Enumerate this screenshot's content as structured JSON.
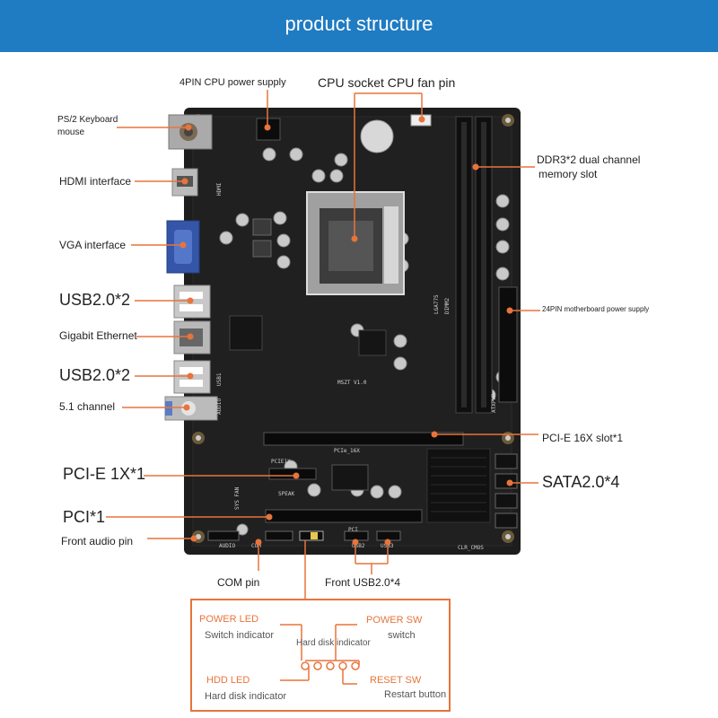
{
  "header": {
    "title": "product structure",
    "color": "#1f7bc2"
  },
  "labels": {
    "ps2": "PS/2 Keyboard",
    "ps2_2": "mouse",
    "hdmi": "HDMI interface",
    "vga": "VGA interface",
    "usb_top": "USB2.0*2",
    "ethernet": "Gigabit Ethernet",
    "usb_bottom": "USB2.0*2",
    "audio": "5.1 channel",
    "pcie1x": "PCI-E 1X*1",
    "pci": "PCI*1",
    "front_audio": "Front audio pin",
    "cpu_power": "4PIN CPU power supply",
    "cpu_socket": "CPU socket CPU fan pin",
    "ddr3": "DDR3*2 dual channel",
    "ddr3_2": "memory slot",
    "atx24": "24PIN motherboard power supply",
    "pcie16x": "PCI-E 16X slot*1",
    "sata": "SATA2.0*4",
    "com": "COM pin",
    "front_usb": "Front USB2.0*4"
  },
  "front_panel": {
    "power_led": "POWER LED",
    "power_led_desc": "Switch indicator",
    "power_sw": "POWER SW",
    "power_sw_desc": "switch",
    "hdd_center": "Hard disk indicator",
    "hdd_led": "HDD LED",
    "hdd_led_desc": "Hard disk indicator",
    "reset_sw": "RESET SW",
    "reset_sw_desc": "Restart button"
  },
  "board_text": {
    "model": "MSZT V1.0",
    "pcie1x_silk": "PCIE1X",
    "pcie16x_silk": "PCIe_16X",
    "pci_silk": "PCI",
    "clr_cmos": "CLR_CMOS",
    "atx_silk": "ATXPWR",
    "audio_silk": "AUDIO",
    "usb1_silk": "USB1",
    "usb2_silk": "USB2",
    "usb3_silk": "USB3",
    "hdmi_silk": "HDMI",
    "speak_silk": "SPEAK",
    "sys_fan_silk": "SYS FAN",
    "lga_silk": "LGA775",
    "dimm_silk": "DIMM2",
    "com_silk": "COM"
  },
  "colors": {
    "accent": "#e8743b",
    "board": "#1d1d1d",
    "pcb_dark": "#111111"
  }
}
